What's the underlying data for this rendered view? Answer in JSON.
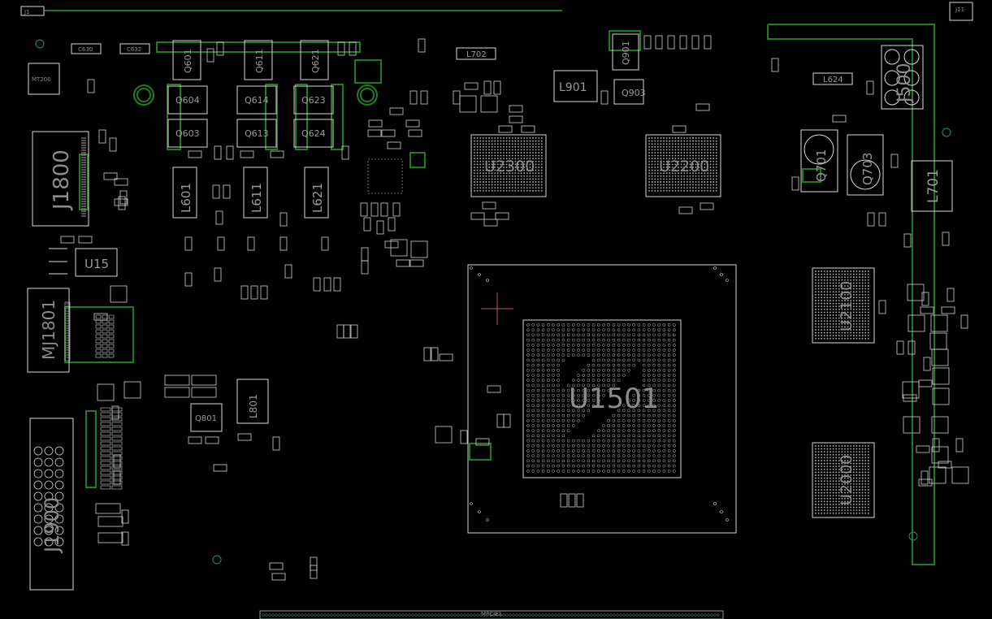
{
  "colors": {
    "background": "#000000",
    "silkscreen": "#d8d8d8",
    "copper": "#1e7d1e",
    "via": "#2a8a7a",
    "cursor": "#b06060"
  },
  "refs": {
    "u1501": "U1501",
    "u2300": "U2300",
    "u2200": "U2200",
    "u2100": "U2100",
    "u2000": "U2000",
    "j1800": "J1800",
    "mj1801": "MJ1801",
    "j1900": "J1900",
    "j500": "J500",
    "l601": "L601",
    "l611": "L611",
    "l621": "L621",
    "l901": "L901",
    "l701": "L701",
    "l801": "L801",
    "l702": "L702",
    "l624": "L624",
    "q601": "Q601",
    "q611": "Q611",
    "q621": "Q621",
    "q604": "Q604",
    "q614": "Q614",
    "q623": "Q623",
    "q603": "Q603",
    "q613": "Q613",
    "q624": "Q624",
    "q901": "Q901",
    "q903": "Q903",
    "q701": "Q701",
    "q703": "Q703",
    "q801": "Q801",
    "u15": "U15",
    "mt200": "MT200",
    "j1": "J1",
    "j11": "J11",
    "c630": "C630",
    "c632": "C632"
  },
  "bottom_connector_label": "MPCIE1"
}
